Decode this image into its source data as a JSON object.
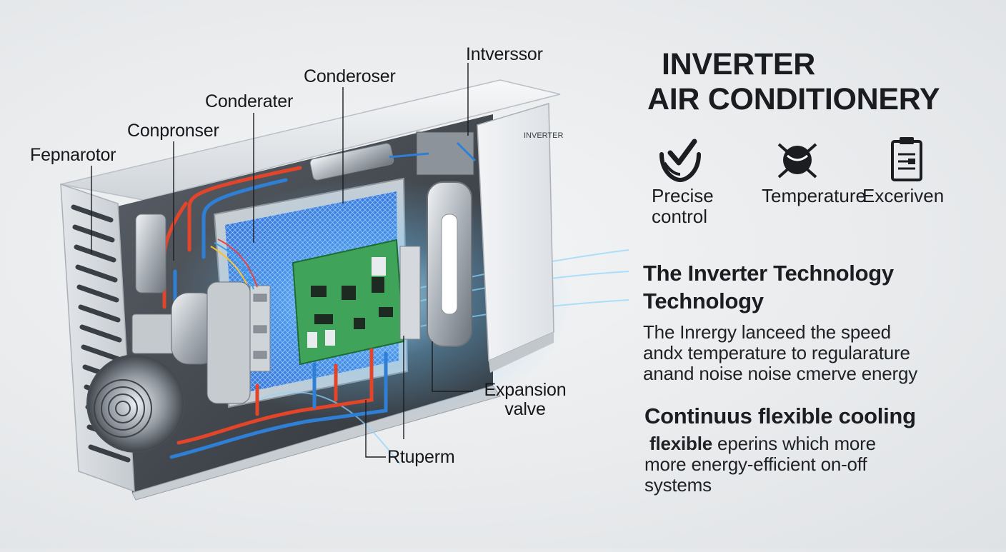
{
  "callouts": {
    "fepnarotor": "Fepnarotor",
    "conpronser": "Conpronser",
    "conderater": "Conderater",
    "conderoser": "Conderoser",
    "intverssor": "Intverssor",
    "expansion_valve": "Expansion valve",
    "rtuperm": "Rtuperm"
  },
  "unit_badge": "INVERTER",
  "title": {
    "line1": "INVERTER",
    "line2": "AIR CONDITIONERY"
  },
  "features": [
    {
      "icon": "check-hands-icon",
      "label": "Precise control"
    },
    {
      "icon": "globe-crossed-icon",
      "label": "Temperature"
    },
    {
      "icon": "clipboard-icon",
      "label": "Exceriven"
    }
  ],
  "sections": [
    {
      "title_line1": "The Inverter Technology",
      "title_line2": "Technology",
      "body_lines": [
        "The Inrergy lanceed the speed",
        "andx temperature to regularature",
        "anand noise noise cmerve energy"
      ]
    },
    {
      "title": "Continuus flexible cooling",
      "body_bold": "flexible",
      "body_line1_rest": " eperins which more",
      "body_line2": "more energy-efficient on-off",
      "body_line3": "systems"
    }
  ],
  "colors": {
    "pipe_hot": "#e2452a",
    "pipe_cold": "#2f7fd6",
    "coil_blue": "#2d6fd8",
    "pcb_green": "#3fa35a",
    "glow": "#6fc8ff"
  }
}
